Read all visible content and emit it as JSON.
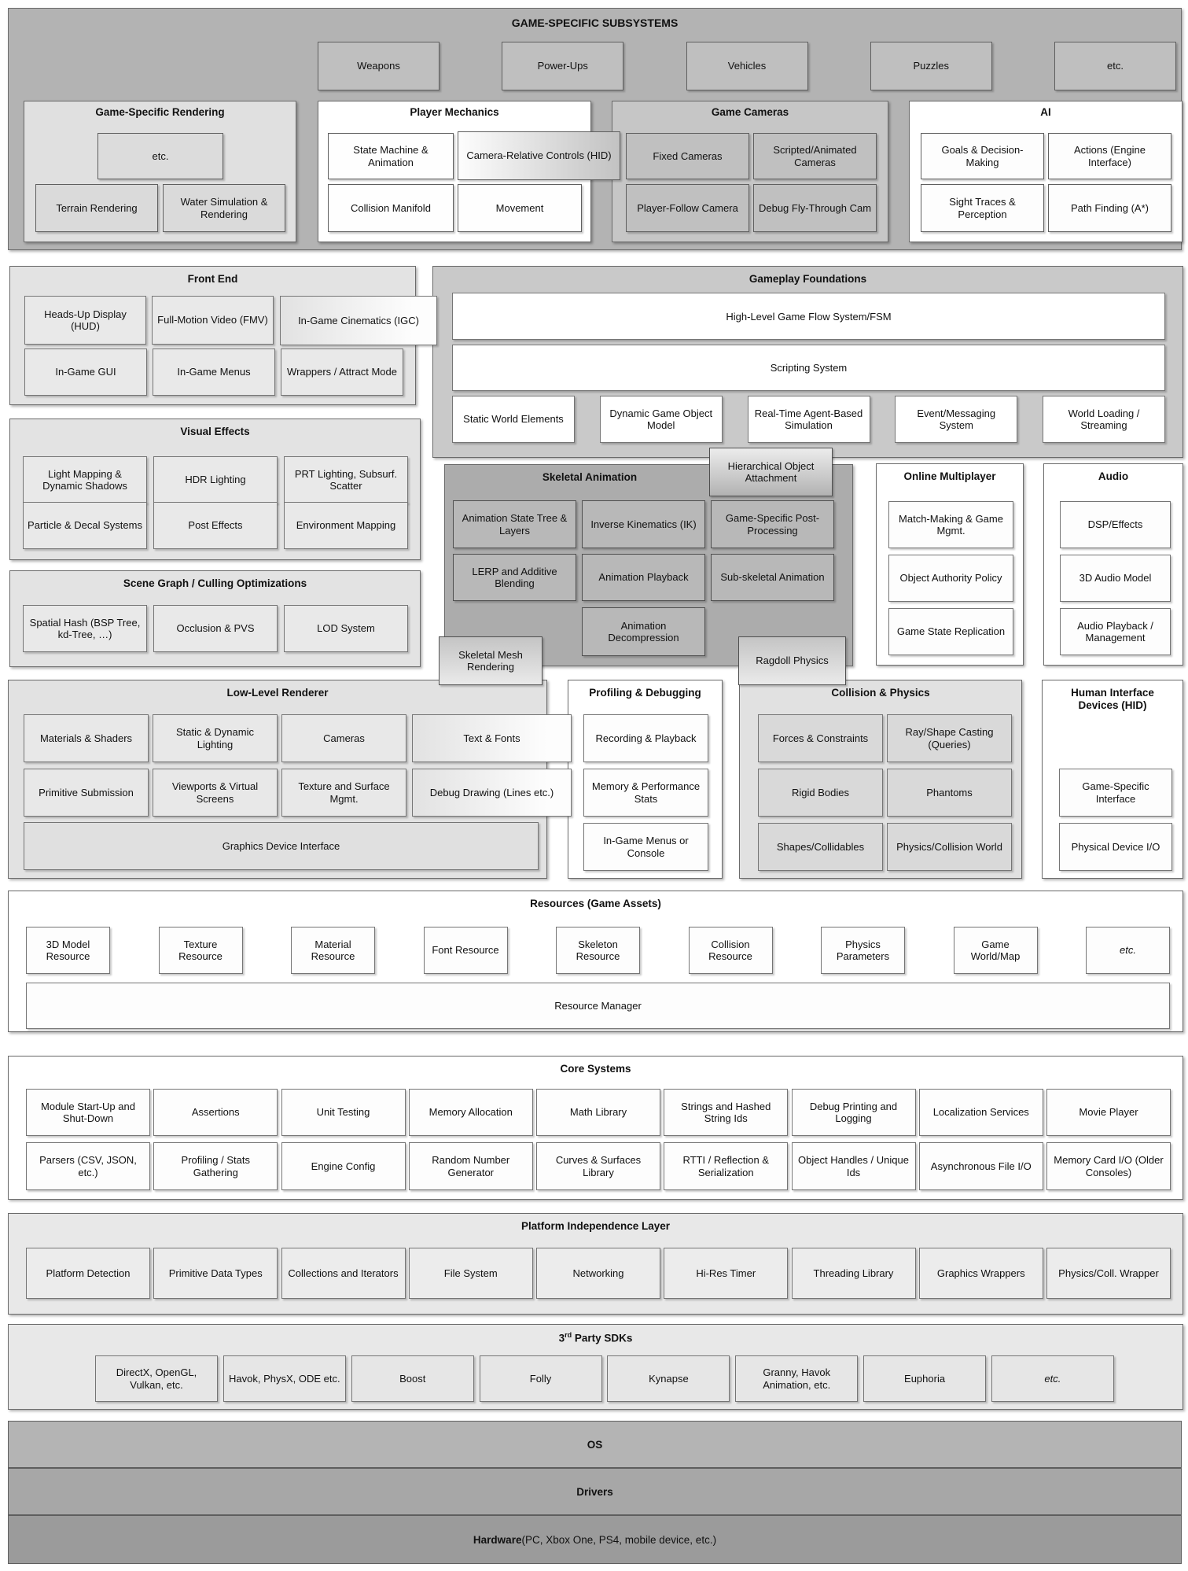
{
  "band": {
    "title": "GAME-SPECIFIC SUBSYSTEMS",
    "boxes": [
      "Weapons",
      "Power-Ups",
      "Vehicles",
      "Puzzles",
      "etc."
    ]
  },
  "game_specific_rendering": {
    "title": "Game-Specific Rendering",
    "etc_box": "etc.",
    "boxes": [
      "Terrain Rendering",
      "Water Simulation & Rendering"
    ]
  },
  "player_mechanics": {
    "title": "Player Mechanics",
    "state_machine": "State Machine & Animation",
    "camera_relative": "Camera-Relative Controls (HID)",
    "collision_manifold": "Collision Manifold",
    "movement": "Movement"
  },
  "game_cameras": {
    "title": "Game Cameras",
    "row1": [
      "Fixed Cameras",
      "Scripted/Animated Cameras"
    ],
    "row2": [
      "Player-Follow Camera",
      "Debug Fly-Through Cam"
    ]
  },
  "ai": {
    "title": "AI",
    "row1": [
      "Goals & Decision-Making",
      "Actions (Engine Interface)"
    ],
    "row2": [
      "Sight Traces & Perception",
      "Path Finding (A*)"
    ]
  },
  "front_end": {
    "title": "Front End",
    "row1": [
      "Heads-Up Display (HUD)",
      "Full-Motion Video (FMV)"
    ],
    "igc": "In-Game Cinematics (IGC)",
    "row2": [
      "In-Game GUI",
      "In-Game Menus",
      "Wrappers / Attract Mode"
    ]
  },
  "gameplay_foundations": {
    "title": "Gameplay Foundations",
    "flow": "High-Level Game Flow System/FSM",
    "scripting": "Scripting System",
    "boxes": [
      "Static World Elements",
      "Dynamic Game Object Model",
      "Real-Time Agent-Based Simulation",
      "Event/Messaging System",
      "World Loading / Streaming"
    ]
  },
  "visual_effects": {
    "title": "Visual Effects",
    "row1": [
      "Light Mapping & Dynamic Shadows",
      "HDR Lighting",
      "PRT Lighting, Subsurf. Scatter"
    ],
    "row2": [
      "Particle & Decal Systems",
      "Post Effects",
      "Environment Mapping"
    ]
  },
  "scene_graph": {
    "title": "Scene Graph / Culling Optimizations",
    "boxes": [
      "Spatial Hash (BSP Tree, kd-Tree, …)",
      "Occlusion & PVS",
      "LOD System"
    ]
  },
  "skeletal_animation": {
    "title": "Skeletal Animation",
    "hierarchical": "Hierarchical Object Attachment",
    "row1": [
      "Animation State Tree & Layers",
      "Inverse Kinematics (IK)",
      "Game-Specific Post-Processing"
    ],
    "row2": [
      "LERP and Additive Blending",
      "Animation Playback",
      "Sub-skeletal Animation"
    ],
    "decompression": "Animation Decompression",
    "skeletal_mesh": "Skeletal Mesh Rendering",
    "ragdoll": "Ragdoll Physics"
  },
  "online_multiplayer": {
    "title": "Online Multiplayer",
    "boxes": [
      "Match-Making & Game Mgmt.",
      "Object Authority Policy",
      "Game State Replication"
    ]
  },
  "audio": {
    "title": "Audio",
    "boxes": [
      "DSP/Effects",
      "3D Audio Model",
      "Audio Playback / Management"
    ]
  },
  "low_level_renderer": {
    "title": "Low-Level Renderer",
    "row1": [
      "Materials & Shaders",
      "Static & Dynamic Lighting",
      "Cameras"
    ],
    "text_fonts": "Text & Fonts",
    "row2": [
      "Primitive Submission",
      "Viewports & Virtual Screens",
      "Texture and Surface Mgmt."
    ],
    "debug_drawing": "Debug Drawing (Lines etc.)",
    "gdi": "Graphics Device Interface"
  },
  "profiling_debugging": {
    "title": "Profiling & Debugging",
    "boxes": [
      "Recording & Playback",
      "Memory & Performance Stats",
      "In-Game Menus or Console"
    ]
  },
  "collision_physics": {
    "title": "Collision & Physics",
    "row1": [
      "Forces & Constraints",
      "Ray/Shape Casting (Queries)"
    ],
    "row2": [
      "Rigid Bodies",
      "Phantoms"
    ],
    "row3": [
      "Shapes/Collidables",
      "Physics/Collision World"
    ]
  },
  "hid": {
    "title": "Human Interface Devices (HID)",
    "boxes": [
      "Game-Specific Interface",
      "Physical Device I/O"
    ]
  },
  "resources": {
    "title": "Resources (Game Assets)",
    "boxes": [
      "3D Model Resource",
      "Texture Resource",
      "Material Resource",
      "Font Resource",
      "Skeleton Resource",
      "Collision Resource",
      "Physics Parameters",
      "Game World/Map",
      {
        "label": "etc.",
        "cls": "it"
      }
    ],
    "manager": "Resource Manager"
  },
  "core_systems": {
    "title": "Core Systems",
    "row1": [
      "Module Start-Up and Shut-Down",
      "Assertions",
      "Unit Testing",
      "Memory Allocation",
      "Math Library",
      "Strings and Hashed String Ids",
      "Debug Printing and Logging",
      "Localization Services",
      "Movie Player"
    ],
    "row2": [
      "Parsers (CSV, JSON, etc.)",
      "Profiling / Stats Gathering",
      "Engine Config",
      "Random Number Generator",
      "Curves & Surfaces Library",
      "RTTI / Reflection & Serialization",
      "Object Handles / Unique Ids",
      "Asynchronous File I/O",
      "Memory Card I/O (Older Consoles)"
    ]
  },
  "platform_independence": {
    "title": "Platform Independence Layer",
    "boxes": [
      "Platform Detection",
      "Primitive Data Types",
      "Collections and Iterators",
      "File System",
      "Networking",
      "Hi-Res Timer",
      "Threading Library",
      "Graphics Wrappers",
      "Physics/Coll. Wrapper"
    ]
  },
  "third_party": {
    "title_num": "3",
    "title_sup": "rd",
    "title_rest": " Party SDKs",
    "boxes": [
      "DirectX, OpenGL, Vulkan, etc.",
      "Havok, PhysX, ODE etc.",
      "Boost",
      "Folly",
      "Kynapse",
      "Granny, Havok Animation, etc.",
      "Euphoria",
      {
        "label": "etc.",
        "cls": "it"
      }
    ]
  },
  "os_label": "OS",
  "drivers_label": "Drivers",
  "hardware": {
    "bold": "Hardware",
    "rest": " (PC, Xbox One, PS4, mobile device, etc.)"
  }
}
